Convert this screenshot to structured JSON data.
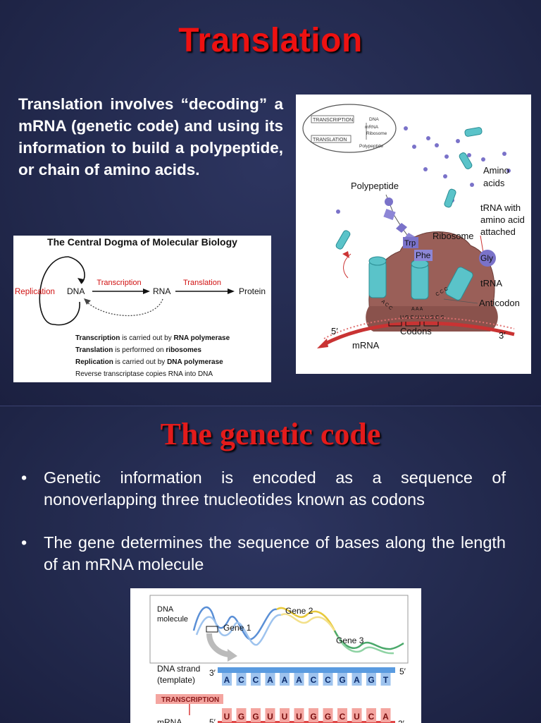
{
  "slide1": {
    "title": "Translation",
    "paragraph": "Translation involves “decoding” a mRNA (genetic code) and using its information to build a polypeptide, or chain of amino acids.",
    "dogma": {
      "title": "The Central Dogma of Molecular Biology",
      "replication": "Replication",
      "dna": "DNA",
      "transcription": "Transcription",
      "rna": "RNA",
      "translation": "Translation",
      "protein": "Protein",
      "notes": [
        {
          "bold": "Transcription",
          "rest": " is carried out by ",
          "bold2": "RNA polymerase"
        },
        {
          "bold": "Translation",
          "rest": " is performed on ",
          "bold2": "ribosomes"
        },
        {
          "bold": "Replication",
          "rest": " is carried out by ",
          "bold2": "DNA polymerase"
        },
        {
          "bold": "",
          "rest": "Reverse transcriptase copies RNA into DNA",
          "bold2": ""
        }
      ]
    },
    "ribosome": {
      "inset_transcription": "TRANSCRIPTION",
      "inset_dna": "DNA",
      "inset_mrna": "mRNA",
      "inset_ribosome": "Ribosome",
      "inset_translation": "TRANSLATION",
      "inset_polypeptide": "Polypeptide",
      "amino": "Amino",
      "acids": "acids",
      "polypeptide": "Polypeptide",
      "trna_with": "tRNA with",
      "amino_acid": "amino acid",
      "attached": "attached",
      "ribosome": "Ribosome",
      "trp": "Trp",
      "phe": "Phe",
      "gly": "Gly",
      "trna": "tRNA",
      "anticodon": "Anticodon",
      "codons": "Codons",
      "five_prime": "5′",
      "three_prime": "3′",
      "mrna": "mRNA",
      "anticodon_seq": "A C C",
      "anticodon_seq2": "A A A",
      "anticodon_seq3": "C C C",
      "codon_seq": "U G G U U U G G C"
    }
  },
  "slide2": {
    "title": "The genetic code",
    "bullets": [
      "Genetic information is encoded as a sequence of nonoverlapping three tnucleotides known as codons",
      "The gene determines the sequence of bases along the length of an mRNA molecule"
    ],
    "bullet_char": "•",
    "gene_fig": {
      "dna_molecule_1": "DNA",
      "dna_molecule_2": "molecule",
      "gene1": "Gene 1",
      "gene2": "Gene 2",
      "gene3": "Gene 3",
      "dna_strand": "DNA strand",
      "template": "(template)",
      "three_prime": "3′",
      "five_prime": "5′",
      "dna_bases": [
        "A",
        "C",
        "C",
        "A",
        "A",
        "A",
        "C",
        "C",
        "G",
        "A",
        "G",
        "T"
      ],
      "transcription": "TRANSCRIPTION",
      "mrna": "mRNA",
      "mrna_bases": [
        "U",
        "G",
        "G",
        "U",
        "U",
        "U",
        "G",
        "G",
        "C",
        "U",
        "C",
        "A"
      ]
    }
  }
}
